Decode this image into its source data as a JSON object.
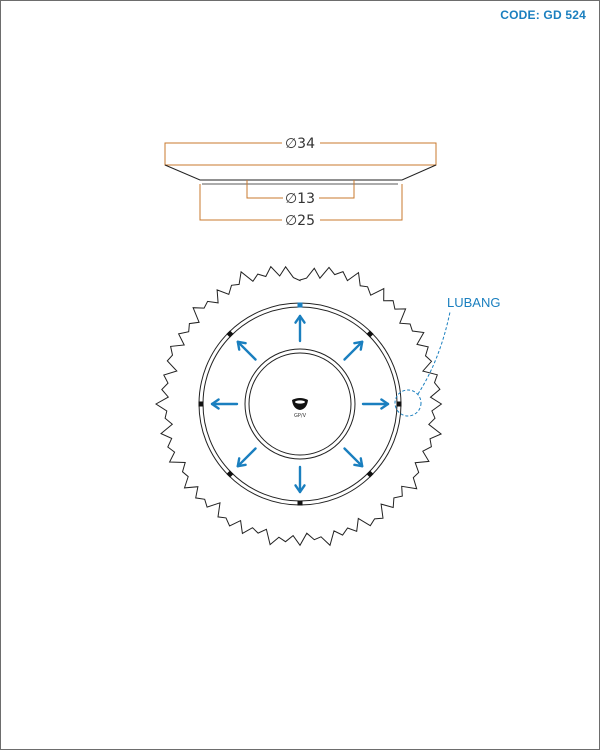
{
  "header": {
    "code": "CODE: GD 524"
  },
  "dimensions": {
    "outer": "∅34",
    "inner": "∅13",
    "middle": "∅25"
  },
  "callout": {
    "label": "LUBANG"
  },
  "logo": {
    "text": "GP/V"
  },
  "colors": {
    "accent": "#1a7fbf",
    "dimension_line": "#c8782d",
    "outline": "#222222"
  }
}
